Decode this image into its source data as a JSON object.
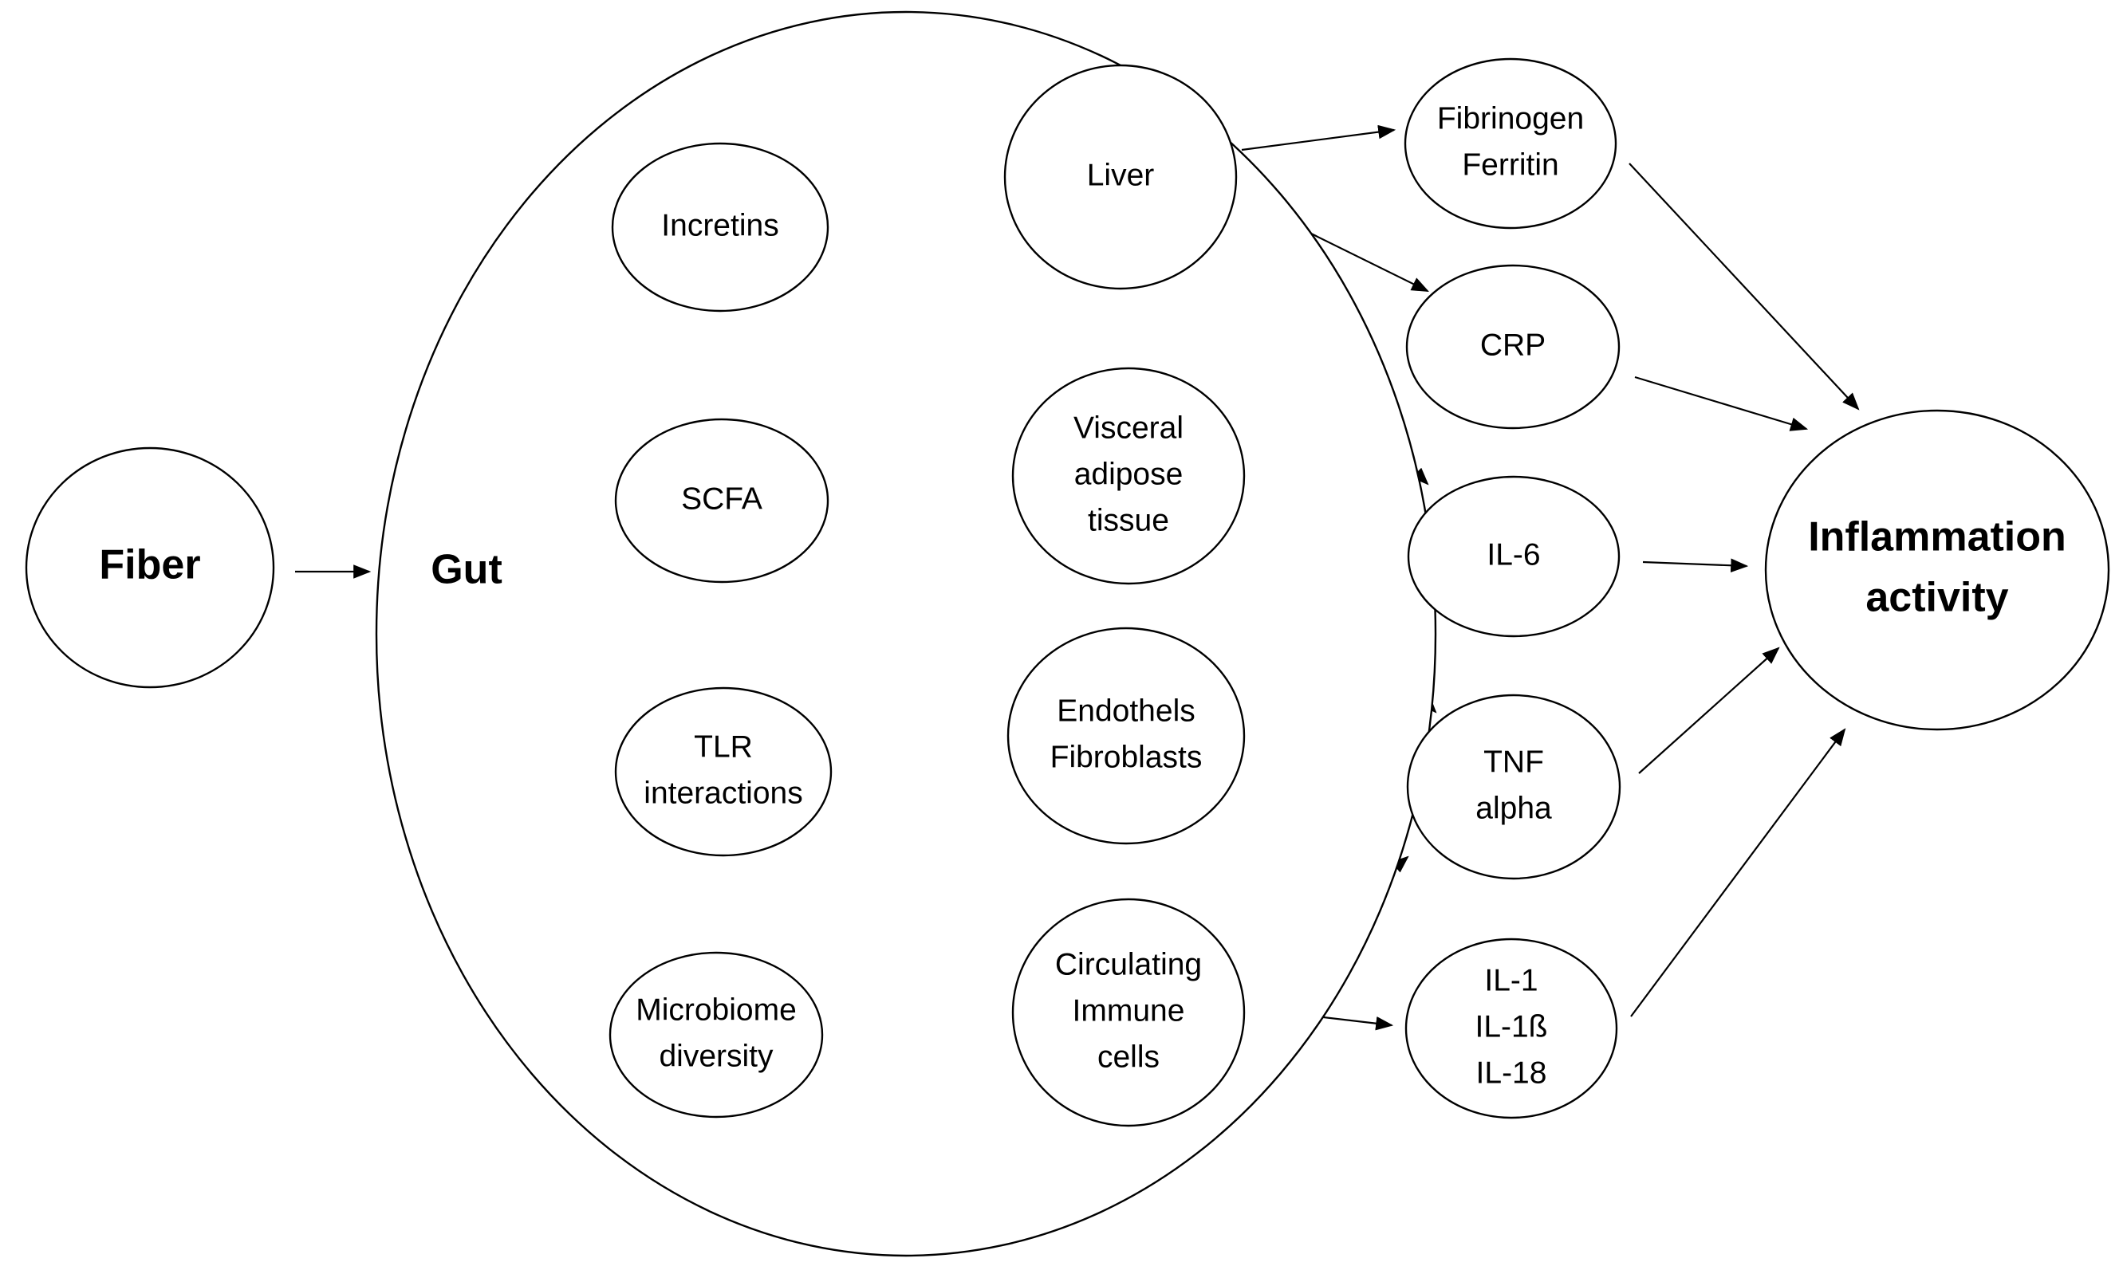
{
  "diagram": {
    "nodes": {
      "fiber": {
        "lines": [
          "Fiber"
        ]
      },
      "gut": {
        "lines": [
          "Gut"
        ]
      },
      "incretins": {
        "lines": [
          "Incretins"
        ]
      },
      "scfa": {
        "lines": [
          "SCFA"
        ]
      },
      "tlr": {
        "lines": [
          "TLR",
          "interactions"
        ]
      },
      "microbiome": {
        "lines": [
          "Microbiome",
          "diversity"
        ]
      },
      "liver": {
        "lines": [
          "Liver"
        ]
      },
      "visceral": {
        "lines": [
          "Visceral",
          "adipose",
          "tissue"
        ]
      },
      "endothels": {
        "lines": [
          "Endothels",
          "Fibroblasts"
        ]
      },
      "circulating": {
        "lines": [
          "Circulating",
          "Immune",
          "cells"
        ]
      },
      "fibrinogen": {
        "lines": [
          "Fibrinogen",
          "Ferritin"
        ]
      },
      "crp": {
        "lines": [
          "CRP"
        ]
      },
      "il6": {
        "lines": [
          "IL-6"
        ]
      },
      "tnf": {
        "lines": [
          "TNF",
          "alpha"
        ]
      },
      "il1": {
        "lines": [
          "IL-1",
          "IL-1ß",
          "IL-18"
        ]
      },
      "inflammation": {
        "lines": [
          "Inflammation",
          "activity"
        ]
      }
    },
    "edges": [
      {
        "from": "fiber",
        "to": "gut"
      },
      {
        "from": "incretins",
        "to": "liver"
      },
      {
        "from": "scfa",
        "to": "visceral"
      },
      {
        "from": "tlr",
        "to": "endothels"
      },
      {
        "from": "microbiome",
        "to": "circulating"
      },
      {
        "from": "liver",
        "to": "fibrinogen"
      },
      {
        "from": "liver",
        "to": "crp"
      },
      {
        "from": "liver",
        "to": "il6"
      },
      {
        "from": "visceral",
        "to": "il6"
      },
      {
        "from": "visceral",
        "to": "tnf"
      },
      {
        "from": "endothels",
        "to": "il6"
      },
      {
        "from": "endothels",
        "to": "tnf"
      },
      {
        "from": "circulating",
        "to": "il6"
      },
      {
        "from": "circulating",
        "to": "tnf"
      },
      {
        "from": "circulating",
        "to": "il1"
      },
      {
        "from": "fibrinogen",
        "to": "inflammation"
      },
      {
        "from": "crp",
        "to": "inflammation"
      },
      {
        "from": "il6",
        "to": "inflammation"
      },
      {
        "from": "tnf",
        "to": "inflammation"
      },
      {
        "from": "il1",
        "to": "inflammation"
      }
    ]
  }
}
